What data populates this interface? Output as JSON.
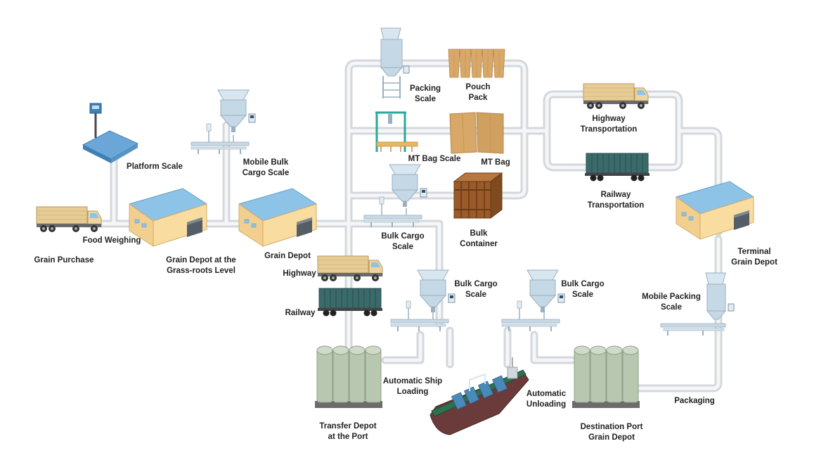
{
  "palette": {
    "pipe_outer": "#d4d8dc",
    "pipe_inner": "#f4f6f8",
    "roof": "#8ec3e8",
    "wall": "#f8dca0",
    "truck_cargo": "#e8cc96",
    "rail_car": "#3b6a6a",
    "silo": "#b8c8b0",
    "scale_blue": "#c4d8e6",
    "crate": "#9a5a2a",
    "bag": "#d8a868",
    "ship_hull": "#6b3a3a",
    "ship_deck": "#2e7050"
  },
  "labels": {
    "grain_purchase": "Grain Purchase",
    "food_weighing": "Food Weighing",
    "platform_scale": "Platform Scale",
    "grain_depot_grassroots_1": "Grain Depot at the",
    "grain_depot_grassroots_2": "Grass-roots Level",
    "mobile_bulk_1": "Mobile Bulk",
    "mobile_bulk_2": "Cargo Scale",
    "grain_depot": "Grain Depot",
    "packing_scale_1": "Packing",
    "packing_scale_2": "Scale",
    "pouch_pack_1": "Pouch",
    "pouch_pack_2": "Pack",
    "mt_bag_scale": "MT Bag Scale",
    "mt_bag": "MT Bag",
    "bulk_cargo_scale_1": "Bulk Cargo",
    "bulk_cargo_scale_2": "Scale",
    "bulk_container_1": "Bulk",
    "bulk_container_2": "Container",
    "highway_transportation_1": "Highway",
    "highway_transportation_2": "Transportation",
    "railway_transportation_1": "Railway",
    "railway_transportation_2": "Transportation",
    "terminal_depot_1": "Terminal",
    "terminal_depot_2": "Grain Depot",
    "highway": "Highway",
    "railway": "Railway",
    "bulk_cargo_scale_left_1": "Bulk Cargo",
    "bulk_cargo_scale_left_2": "Scale",
    "bulk_cargo_scale_right_1": "Bulk Cargo",
    "bulk_cargo_scale_right_2": "Scale",
    "mobile_packing_1": "Mobile Packing",
    "mobile_packing_2": "Scale",
    "auto_ship_loading_1": "Automatic Ship",
    "auto_ship_loading_2": "Loading",
    "auto_unloading_1": "Automatic",
    "auto_unloading_2": "Unloading",
    "packaging": "Packaging",
    "transfer_depot_1": "Transfer Depot",
    "transfer_depot_2": "at the Port",
    "destination_depot_1": "Destination Port",
    "destination_depot_2": "Grain Depot"
  }
}
